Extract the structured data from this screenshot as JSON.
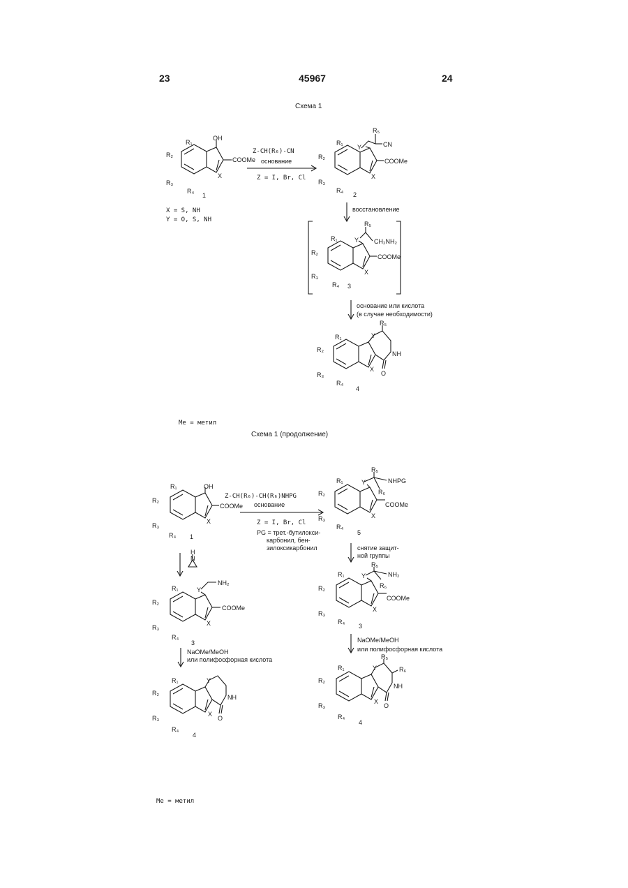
{
  "header": {
    "page_left": "23",
    "patent_number": "45967",
    "page_right": "24"
  },
  "scheme1": {
    "title": "Схема 1",
    "reagent_top": "Z-CH(R₆)-CN",
    "reagent_base": "основание",
    "reagent_z": "Z = I, Br, Cl",
    "conditions_xy": [
      "X = S, NH",
      "Y = O, S, NH"
    ],
    "step_reduction": "восстановление",
    "step_cyclize": [
      "основание или кислота",
      "(в случае необходимости)"
    ],
    "footnote": "Me = метил",
    "compound_numbers": [
      "1",
      "2",
      "3",
      "4"
    ]
  },
  "scheme1_cont": {
    "title": "Схема 1 (продолжение)",
    "reagent_top": "Z-CH(R₆)-CH(R₆)NHPG",
    "reagent_base": "основание",
    "reagent_z": "Z = I, Br, Cl",
    "pg_def": [
      "PG = трет.-бутилокси-",
      "карбонил, бен-",
      "зилоксикарбонил"
    ],
    "step_deprotect": [
      "снятие защит-",
      "ной группы"
    ],
    "step_naome_right": [
      "NaOMe/MeOH",
      "или полифосфорная кислота"
    ],
    "step_naome_left": [
      "NaOMe/MeOH",
      "или полифосфорная кислота"
    ],
    "footnote": "Me = метил",
    "compound_numbers": [
      "1",
      "5",
      "3",
      "3",
      "4",
      "4"
    ]
  },
  "atoms": {
    "OH": "OH",
    "COOMe": "COOMe",
    "X": "X",
    "Y": "Y",
    "CN": "CN",
    "NH": "NH",
    "O": "O",
    "NH2": "NH₂",
    "CH2NH2": "CH₂NH₂",
    "NHPG": "NHPG",
    "N": "N",
    "H": "H",
    "R1": "R₁",
    "R2": "R₂",
    "R3": "R₃",
    "R4": "R₄",
    "R5": "R₅",
    "R6": "R₆"
  }
}
